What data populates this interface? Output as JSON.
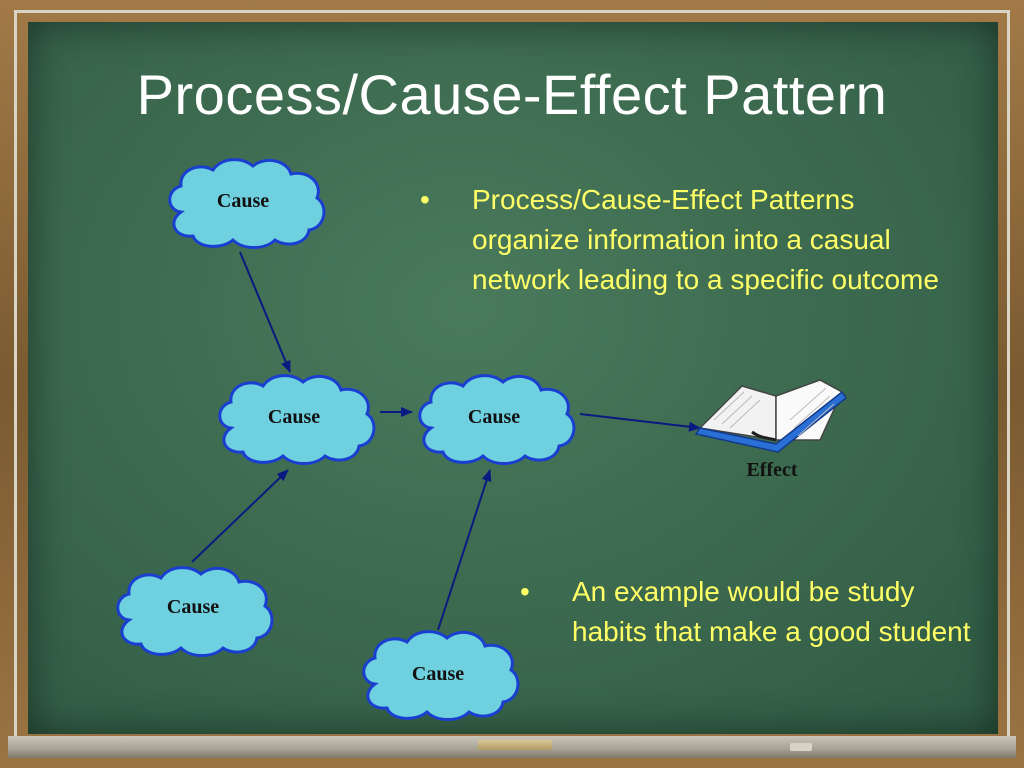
{
  "slide": {
    "title": "Process/Cause-Effect Pattern"
  },
  "diagram": {
    "cause_label": "Cause",
    "effect_label": "Effect",
    "nodes": [
      {
        "id": "cause-1",
        "label": "Cause"
      },
      {
        "id": "cause-2",
        "label": "Cause"
      },
      {
        "id": "cause-3",
        "label": "Cause"
      },
      {
        "id": "cause-4",
        "label": "Cause"
      },
      {
        "id": "cause-5",
        "label": "Cause"
      },
      {
        "id": "effect",
        "label": "Effect",
        "icon": "open-book-icon"
      }
    ],
    "edges": [
      {
        "from": "cause-1",
        "to": "cause-2"
      },
      {
        "from": "cause-4",
        "to": "cause-2"
      },
      {
        "from": "cause-2",
        "to": "cause-3"
      },
      {
        "from": "cause-5",
        "to": "cause-3"
      },
      {
        "from": "cause-3",
        "to": "effect"
      }
    ],
    "colors": {
      "cloud_fill": "#66ccdd",
      "cloud_stroke": "#1a3fd0",
      "arrow": "#0a1a80"
    }
  },
  "bullets": [
    {
      "marker": "•",
      "text": "Process/Cause-Effect Patterns organize information into a casual network leading to a specific outcome"
    },
    {
      "marker": "•",
      "text": "An example would be study habits that make a good student"
    }
  ],
  "colors": {
    "title": "#ffffff",
    "bullet_text": "#ffff66",
    "board": "#3d6b50"
  }
}
